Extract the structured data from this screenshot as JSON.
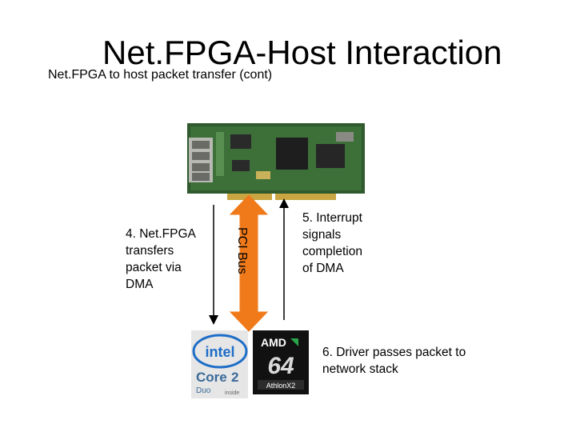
{
  "slide": {
    "title": "Net.FPGA-Host Interaction",
    "subtitle": "Net.FPGA to host packet transfer  (cont)"
  },
  "steps": {
    "step4": [
      "4. Net.FPGA",
      "transfers",
      "packet via",
      "DMA"
    ],
    "step5": [
      "5. Interrupt",
      "signals",
      "completion",
      "of DMA"
    ],
    "step6": [
      "6. Driver passes packet to",
      "network stack"
    ]
  },
  "bus": {
    "label": "PCI Bus",
    "color": "#f07a1a"
  },
  "images": {
    "board": "netfpga-board-photo",
    "cpu1": {
      "name": "intel-core2-duo-logo",
      "text": [
        "intel",
        "Core 2",
        "Duo",
        "inside"
      ]
    },
    "cpu2": {
      "name": "amd-athlon-x2-logo",
      "text": [
        "AMD",
        "64",
        "AthlonX2"
      ]
    }
  }
}
